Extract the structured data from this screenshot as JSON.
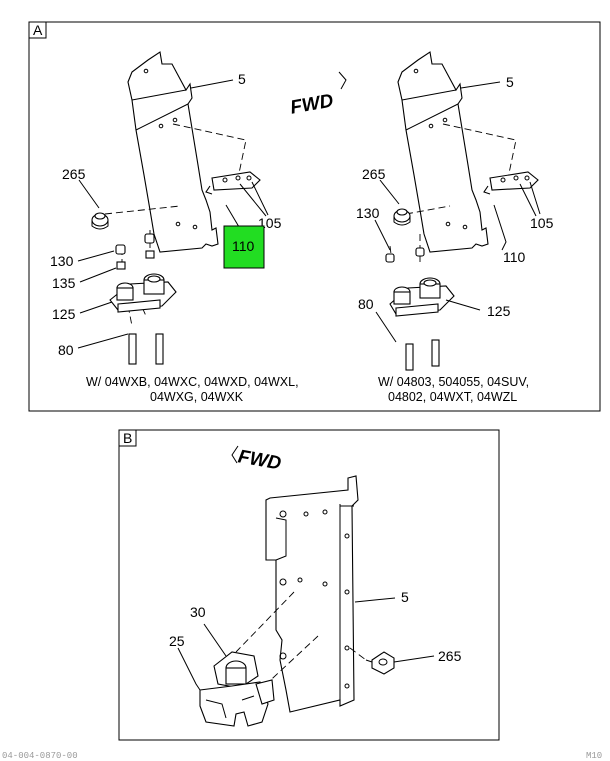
{
  "panel_a": {
    "letter": "A",
    "fwd": "FWD",
    "left_view": {
      "labels": {
        "bracket": "5",
        "clamp": "265",
        "screw_130": "130",
        "washer_135": "135",
        "connector": "125",
        "rod": "80",
        "clip": "105",
        "highlight": "110"
      },
      "caption_line1": "W/ 04WXB, 04WXC, 04WXD, 04WXL,",
      "caption_line2": "04WXG, 04WXK"
    },
    "right_view": {
      "labels": {
        "bracket": "5",
        "clamp": "265",
        "screw_130": "130",
        "rod": "80",
        "connector": "125",
        "clip": "105",
        "tie": "110"
      },
      "caption_line1": "W/ 04803, 504055, 04SUV,",
      "caption_line2": "04802, 04WXT, 04WZL"
    },
    "highlight_color": "#22dd22"
  },
  "panel_b": {
    "letter": "B",
    "fwd": "FWD",
    "labels": {
      "bracket": "5",
      "clamp": "265",
      "connector": "25",
      "cap": "30"
    }
  },
  "footer": {
    "left": "04-004-0870-00",
    "right": "M10"
  }
}
